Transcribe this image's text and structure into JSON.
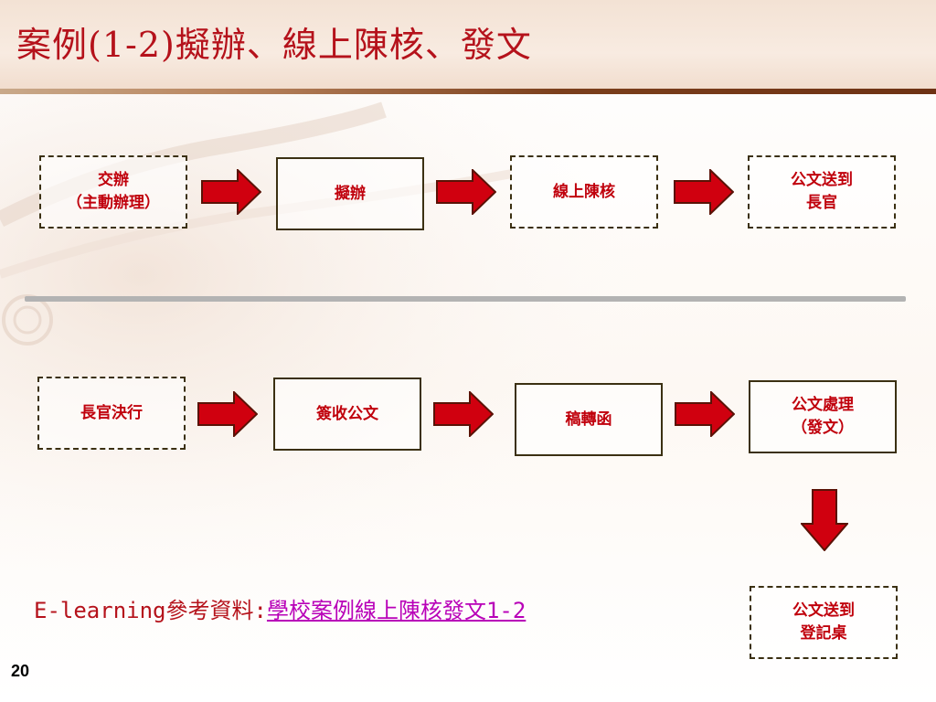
{
  "title": "案例(1-2)擬辦、線上陳核、發文",
  "flow_top": [
    {
      "label": "交辦\n（主動辦理）",
      "style": "dashed"
    },
    {
      "label": "擬辦",
      "style": "solid"
    },
    {
      "label": "線上陳核",
      "style": "dashed"
    },
    {
      "label": "公文送到\n長官",
      "style": "dashed"
    }
  ],
  "flow_bottom": [
    {
      "label": "長官決行",
      "style": "dashed"
    },
    {
      "label": "簽收公文",
      "style": "solid"
    },
    {
      "label": "稿轉函",
      "style": "solid"
    },
    {
      "label": "公文處理\n（發文）",
      "style": "solid"
    }
  ],
  "final_node": {
    "label": "公文送到\n登記桌",
    "style": "dashed"
  },
  "elearning": {
    "prefix": "E-learning參考資料:",
    "link_text": "學校案例線上陳核發文1-2"
  },
  "page_number": "20",
  "colors": {
    "title": "#b5121b",
    "node_text": "#c0000c",
    "node_border": "#3b3012",
    "arrow_fill": "#d0000f",
    "arrow_stroke": "#5a1206",
    "link": "#b800b8",
    "divider": "#b3b3b3"
  }
}
